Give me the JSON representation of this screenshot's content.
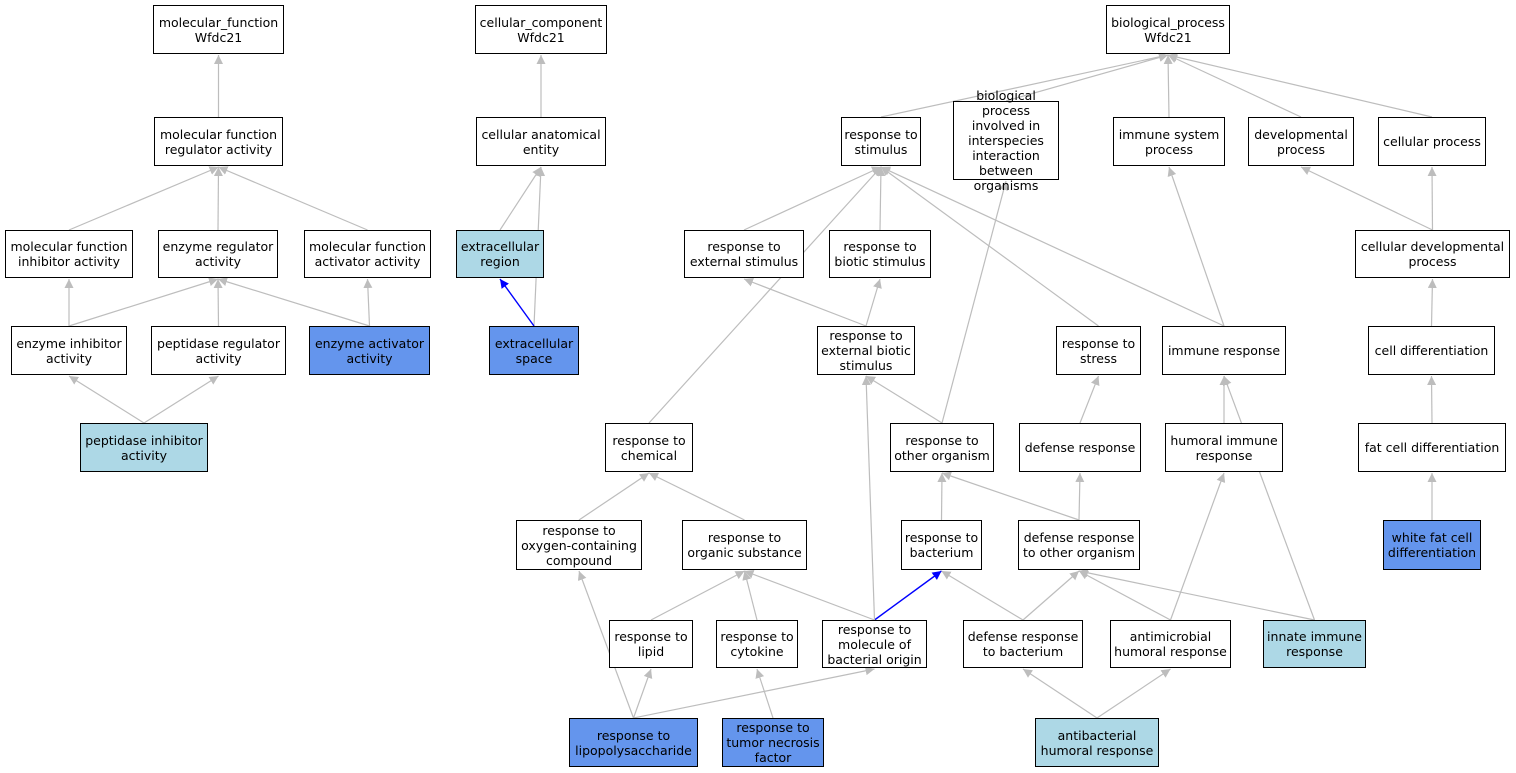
{
  "colors": {
    "annotated": "#6495ed",
    "ancestor_highlight": "#add8e6",
    "default": "#ffffff",
    "edge": "#bdbdbd",
    "edge_highlight": "#0000ff"
  },
  "nodes": {
    "mf_root": {
      "label": "molecular_function\nWfdc21",
      "style": "white"
    },
    "cc_root": {
      "label": "cellular_component\nWfdc21",
      "style": "white"
    },
    "bp_root": {
      "label": "biological_process\nWfdc21",
      "style": "white"
    },
    "mf_reg": {
      "label": "molecular function\nregulator activity",
      "style": "white"
    },
    "cae": {
      "label": "cellular anatomical\nentity",
      "style": "white"
    },
    "resp_stim": {
      "label": "response to\nstimulus",
      "style": "white"
    },
    "bp_interspecies": {
      "label": "biological process\ninvolved in\ninterspecies\ninteraction\nbetween organisms",
      "style": "white"
    },
    "immune_sys": {
      "label": "immune system\nprocess",
      "style": "white"
    },
    "developmental": {
      "label": "developmental\nprocess",
      "style": "white"
    },
    "cellular_proc": {
      "label": "cellular process",
      "style": "white"
    },
    "mf_inhib": {
      "label": "molecular function\ninhibitor activity",
      "style": "white"
    },
    "enz_reg": {
      "label": "enzyme regulator\nactivity",
      "style": "white"
    },
    "mf_activ": {
      "label": "molecular function\nactivator activity",
      "style": "white"
    },
    "extra_region": {
      "label": "extracellular\nregion",
      "style": "light"
    },
    "resp_ext_stim": {
      "label": "response to\nexternal stimulus",
      "style": "white"
    },
    "resp_biotic": {
      "label": "response to\nbiotic stimulus",
      "style": "white"
    },
    "cell_dev": {
      "label": "cellular developmental\nprocess",
      "style": "white"
    },
    "enz_inhib": {
      "label": "enzyme inhibitor\nactivity",
      "style": "white"
    },
    "pep_reg": {
      "label": "peptidase regulator\nactivity",
      "style": "white"
    },
    "enz_activ": {
      "label": "enzyme activator\nactivity",
      "style": "blue"
    },
    "extra_space": {
      "label": "extracellular\nspace",
      "style": "blue"
    },
    "resp_ext_biotic": {
      "label": "response to\nexternal biotic\nstimulus",
      "style": "white"
    },
    "resp_stress": {
      "label": "response to\nstress",
      "style": "white"
    },
    "immune_resp": {
      "label": "immune response",
      "style": "white"
    },
    "cell_diff": {
      "label": "cell differentiation",
      "style": "white"
    },
    "pep_inhib": {
      "label": "peptidase inhibitor\nactivity",
      "style": "light"
    },
    "resp_chem": {
      "label": "response to\nchemical",
      "style": "white"
    },
    "resp_other_org": {
      "label": "response to\nother organism",
      "style": "white"
    },
    "defense": {
      "label": "defense response",
      "style": "white"
    },
    "humoral": {
      "label": "humoral immune\nresponse",
      "style": "white"
    },
    "fat_diff": {
      "label": "fat cell differentiation",
      "style": "white"
    },
    "resp_oxy": {
      "label": "response to\noxygen-containing\ncompound",
      "style": "white"
    },
    "resp_org_sub": {
      "label": "response to\norganic substance",
      "style": "white"
    },
    "resp_bact": {
      "label": "response to\nbacterium",
      "style": "white"
    },
    "def_other_org": {
      "label": "defense response\nto other organism",
      "style": "white"
    },
    "white_fat": {
      "label": "white fat cell\ndifferentiation",
      "style": "blue"
    },
    "resp_lipid": {
      "label": "response to\nlipid",
      "style": "white"
    },
    "resp_cytokine": {
      "label": "response to\ncytokine",
      "style": "white"
    },
    "resp_mol_bact": {
      "label": "response to\nmolecule of\nbacterial origin",
      "style": "white"
    },
    "def_bact": {
      "label": "defense response\nto bacterium",
      "style": "white"
    },
    "antimicrobial": {
      "label": "antimicrobial\nhumoral response",
      "style": "white"
    },
    "innate": {
      "label": "innate immune\nresponse",
      "style": "light"
    },
    "resp_lps": {
      "label": "response to\nlipopolysaccharide",
      "style": "blue"
    },
    "resp_tnf": {
      "label": "response to\ntumor necrosis\nfactor",
      "style": "blue"
    },
    "antibact": {
      "label": "antibacterial\nhumoral response",
      "style": "light"
    }
  },
  "edges": [
    [
      "mf_reg",
      "mf_root",
      false
    ],
    [
      "mf_inhib",
      "mf_reg",
      false
    ],
    [
      "enz_reg",
      "mf_reg",
      false
    ],
    [
      "mf_activ",
      "mf_reg",
      false
    ],
    [
      "enz_inhib",
      "mf_inhib",
      false
    ],
    [
      "enz_inhib",
      "enz_reg",
      false
    ],
    [
      "pep_reg",
      "enz_reg",
      false
    ],
    [
      "enz_activ",
      "enz_reg",
      false
    ],
    [
      "enz_activ",
      "mf_activ",
      false
    ],
    [
      "pep_inhib",
      "enz_inhib",
      false
    ],
    [
      "pep_inhib",
      "pep_reg",
      false
    ],
    [
      "cae",
      "cc_root",
      false
    ],
    [
      "extra_region",
      "cae",
      false
    ],
    [
      "extra_space",
      "cae",
      false
    ],
    [
      "extra_space",
      "extra_region",
      true
    ],
    [
      "resp_stim",
      "bp_root",
      false
    ],
    [
      "bp_interspecies",
      "bp_root",
      false
    ],
    [
      "immune_sys",
      "bp_root",
      false
    ],
    [
      "developmental",
      "bp_root",
      false
    ],
    [
      "cellular_proc",
      "bp_root",
      false
    ],
    [
      "resp_ext_stim",
      "resp_stim",
      false
    ],
    [
      "resp_biotic",
      "resp_stim",
      false
    ],
    [
      "resp_chem",
      "resp_stim",
      false
    ],
    [
      "resp_stress",
      "resp_stim",
      false
    ],
    [
      "immune_resp",
      "resp_stim",
      false
    ],
    [
      "resp_ext_biotic",
      "resp_ext_stim",
      false
    ],
    [
      "resp_ext_biotic",
      "resp_biotic",
      false
    ],
    [
      "resp_other_org",
      "resp_ext_biotic",
      false
    ],
    [
      "resp_other_org",
      "bp_interspecies",
      false
    ],
    [
      "immune_resp",
      "immune_sys",
      false
    ],
    [
      "defense",
      "resp_stress",
      false
    ],
    [
      "humoral",
      "immune_resp",
      false
    ],
    [
      "innate",
      "immune_resp",
      false
    ],
    [
      "cell_dev",
      "developmental",
      false
    ],
    [
      "cell_dev",
      "cellular_proc",
      false
    ],
    [
      "cell_diff",
      "cell_dev",
      false
    ],
    [
      "fat_diff",
      "cell_diff",
      false
    ],
    [
      "white_fat",
      "fat_diff",
      false
    ],
    [
      "resp_oxy",
      "resp_chem",
      false
    ],
    [
      "resp_org_sub",
      "resp_chem",
      false
    ],
    [
      "resp_bact",
      "resp_other_org",
      false
    ],
    [
      "def_other_org",
      "resp_other_org",
      false
    ],
    [
      "def_other_org",
      "defense",
      false
    ],
    [
      "resp_lipid",
      "resp_org_sub",
      false
    ],
    [
      "resp_cytokine",
      "resp_org_sub",
      false
    ],
    [
      "resp_mol_bact",
      "resp_org_sub",
      false
    ],
    [
      "resp_mol_bact",
      "resp_bact",
      true
    ],
    [
      "resp_mol_bact",
      "resp_ext_biotic",
      false
    ],
    [
      "def_bact",
      "resp_bact",
      false
    ],
    [
      "def_bact",
      "def_other_org",
      false
    ],
    [
      "antimicrobial",
      "def_other_org",
      false
    ],
    [
      "antimicrobial",
      "humoral",
      false
    ],
    [
      "innate",
      "def_other_org",
      false
    ],
    [
      "resp_lps",
      "resp_oxy",
      false
    ],
    [
      "resp_lps",
      "resp_lipid",
      false
    ],
    [
      "resp_lps",
      "resp_mol_bact",
      false
    ],
    [
      "resp_tnf",
      "resp_cytokine",
      false
    ],
    [
      "antibact",
      "def_bact",
      false
    ],
    [
      "antibact",
      "antimicrobial",
      false
    ]
  ]
}
